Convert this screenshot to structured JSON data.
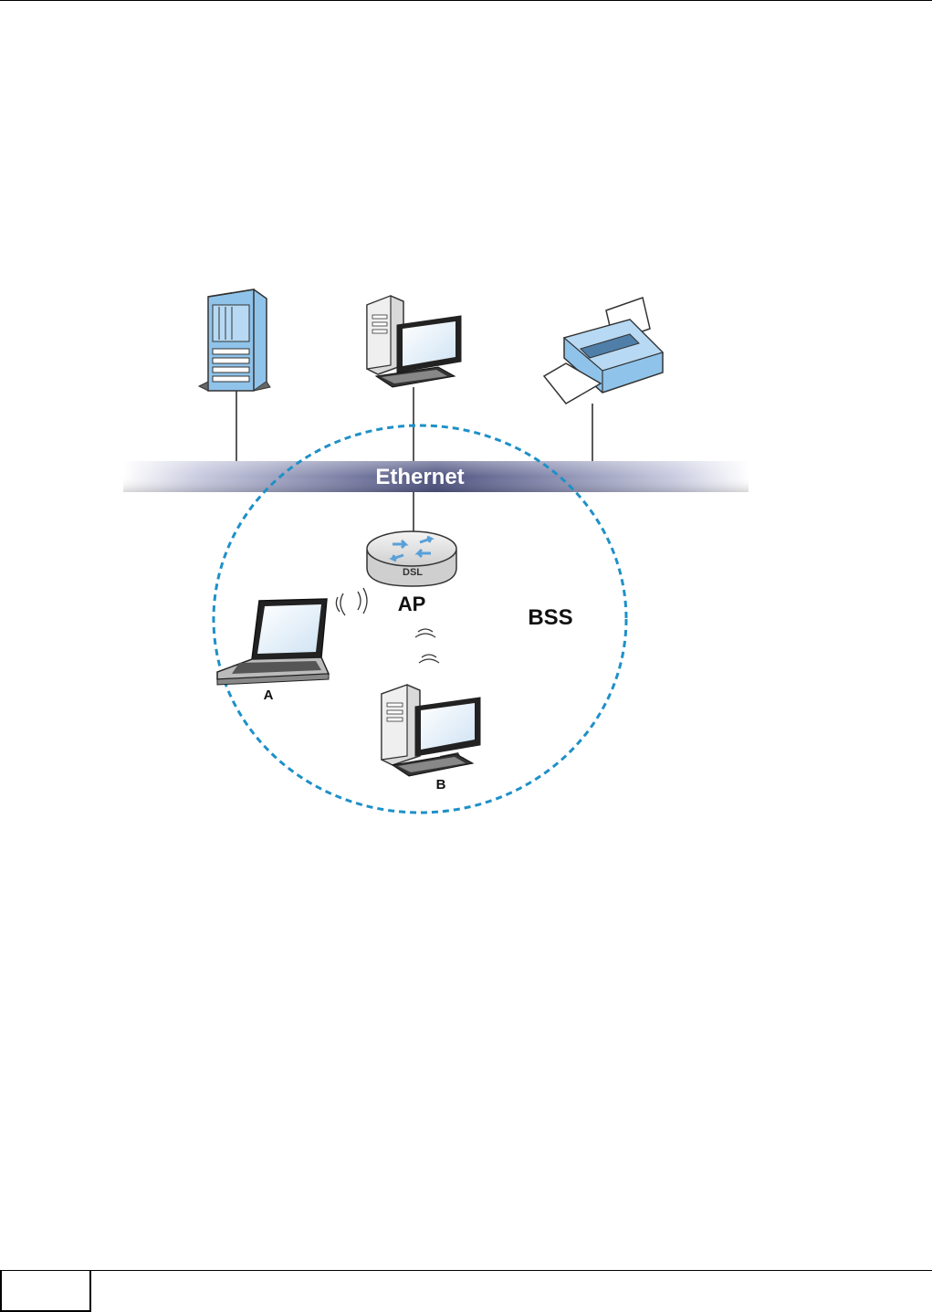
{
  "diagram": {
    "labels": {
      "ethernet": "Ethernet",
      "ap": "AP",
      "bss": "BSS",
      "router_badge": "DSL",
      "client_a": "A",
      "client_b": "B"
    },
    "colors": {
      "bss_boundary": "#1e90c8",
      "device_blue": "#8fc3ea",
      "device_dark": "#333333",
      "ethernet_bar": "#5a5f86"
    },
    "devices": [
      "server-icon",
      "desktop-computer-icon",
      "printer-icon",
      "router-icon",
      "laptop-icon",
      "desktop-computer-icon"
    ]
  }
}
